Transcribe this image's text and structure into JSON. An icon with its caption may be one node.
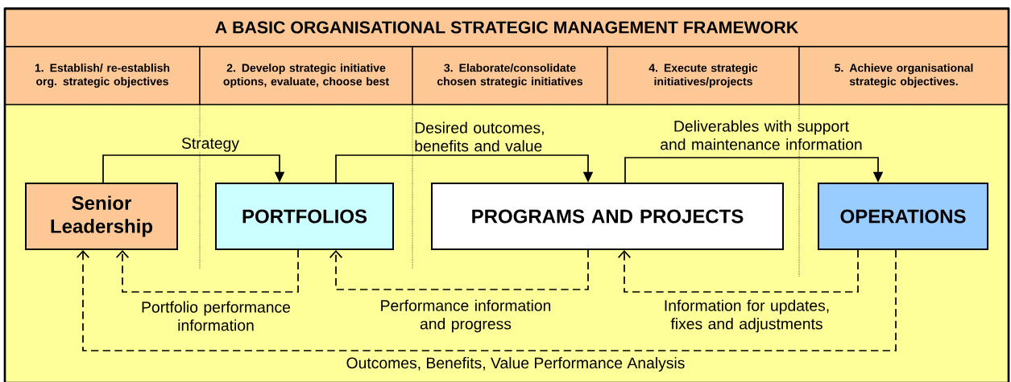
{
  "diagram": {
    "title": "A BASIC ORGANISATIONAL STRATEGIC MANAGEMENT FRAMEWORK",
    "nodes": [
      {
        "text": [
          "1. Establish/ re-establish org. strategic objectives"
        ]
      },
      {
        "text": [
          "2. Develop strategic initiative options, evaluate, choose best"
        ]
      },
      {
        "text": [
          "3. Elaborate/consolidate chosen strategic initiatives"
        ]
      },
      {
        "text": [
          "4. Execute strategic initiatives/projects"
        ]
      },
      {
        "text": [
          "5. Achieve organisational strategic objectives."
        ]
      },
      {
        "text": [
          "Senior Leadership"
        ]
      },
      {
        "text": [
          "PORTFOLIOS"
        ]
      },
      {
        "text": [
          "PROGRAMS AND PROJECTS"
        ]
      },
      {
        "text": [
          "OPERATIONS"
        ]
      }
    ],
    "edges": [
      {
        "from": 5,
        "to": 6,
        "arrow": "to",
        "label": "Strategy"
      },
      {
        "from": 6,
        "to": 7,
        "arrow": "to",
        "label": "Desired outcomes, benefits and value"
      },
      {
        "from": 7,
        "to": 8,
        "arrow": "to",
        "label": "Deliverables with support and maintenance information"
      },
      {
        "from": 6,
        "to": 5,
        "arrow": "to",
        "style": "dashed",
        "label": "Portfolio performance information"
      },
      {
        "from": 7,
        "to": 6,
        "arrow": "to",
        "style": "dashed",
        "label": "Performance information and progress"
      },
      {
        "from": 8,
        "to": 7,
        "arrow": "to",
        "style": "dashed",
        "label": "Information for updates, fixes and adjustments"
      },
      {
        "from": 8,
        "to": 5,
        "arrow": "to",
        "style": "dashed",
        "label": "Outcomes, Benefits, Value Performance Analysis"
      }
    ]
  }
}
